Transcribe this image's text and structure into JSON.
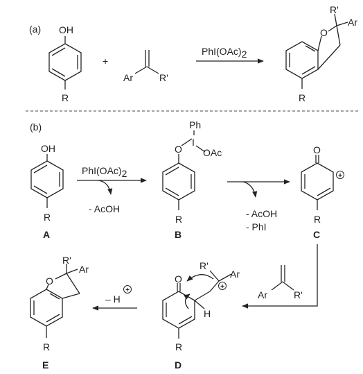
{
  "panel_a": {
    "tag": "(a)",
    "phenol_oh": "OH",
    "phenol_r": "R",
    "plus": "+",
    "alkene_ar": "Ar",
    "alkene_r1": "R'",
    "reagent": "PhI(OAc)",
    "reagent_sub": "2",
    "prod_o": "O",
    "prod_r1": "R'",
    "prod_ar": "Ar",
    "prod_r": "R"
  },
  "panel_b": {
    "tag": "(b)",
    "A": {
      "oh": "OH",
      "r": "R",
      "label": "A"
    },
    "step1": {
      "reagent": "PhI(OAc)",
      "reagent_sub": "2",
      "loss": "- AcOH"
    },
    "B": {
      "ph": "Ph",
      "i": "I",
      "o": "O",
      "oac": "OAc",
      "r": "R",
      "label": "B"
    },
    "step2": {
      "loss1": "- AcOH",
      "loss2": "- PhI"
    },
    "C": {
      "o": "O",
      "charge": "+",
      "r": "R",
      "label": "C"
    },
    "alkene": {
      "ar": "Ar",
      "r1": "R'"
    },
    "D": {
      "o": "O",
      "r1": "R'",
      "ar": "Ar",
      "charge": "+",
      "h": "H",
      "r": "R",
      "label": "D"
    },
    "step4": {
      "loss": "– H",
      "charge": "+"
    },
    "E": {
      "o": "O",
      "r1": "R'",
      "ar": "Ar",
      "r": "R",
      "label": "E"
    }
  }
}
